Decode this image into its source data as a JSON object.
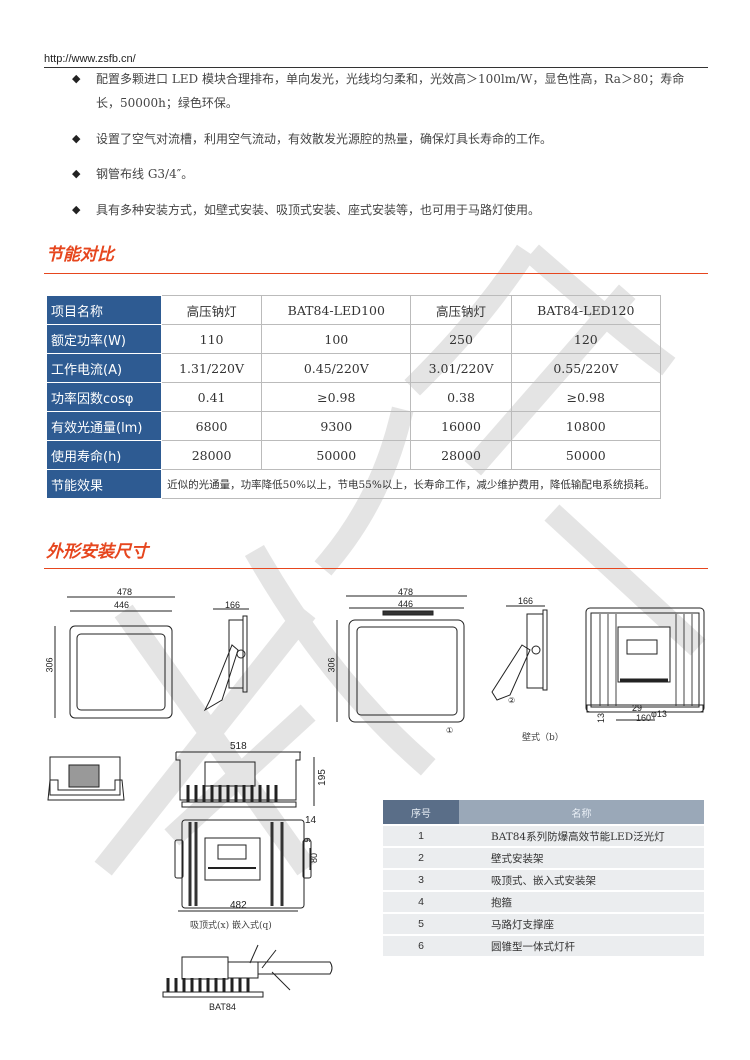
{
  "header": {
    "url": "http://www.zsfb.cn/"
  },
  "features": [
    "配置多颗进口 LED 模块合理排布，单向发光，光线均匀柔和，光效高＞100lm/W，显色性高，Ra＞80；寿命长，50000h；绿色环保。",
    "设置了空气对流槽，利用空气流动，有效散发光源腔的热量，确保灯具长寿命的工作。",
    "钢管布线 G3/4″。",
    "具有多种安装方式，如壁式安装、吸顶式安装、座式安装等，也可用于马路灯使用。"
  ],
  "bullet_glyph": "◆",
  "section1": {
    "title": "节能对比"
  },
  "comparison": {
    "rows": [
      {
        "label": "项目名称",
        "values": [
          "高压钠灯",
          "BAT84-LED100",
          "高压钠灯",
          "BAT84-LED120"
        ]
      },
      {
        "label": "额定功率(W)",
        "values": [
          "110",
          "100",
          "250",
          "120"
        ]
      },
      {
        "label": "工作电流(A)",
        "values": [
          "1.31/220V",
          "0.45/220V",
          "3.01/220V",
          "0.55/220V"
        ]
      },
      {
        "label": "功率因数cosφ",
        "values": [
          "0.41",
          "≥0.98",
          "0.38",
          "≥0.98"
        ]
      },
      {
        "label": "有效光通量(lm)",
        "values": [
          "6800",
          "9300",
          "16000",
          "10800"
        ]
      },
      {
        "label": "使用寿命(h)",
        "values": [
          "28000",
          "50000",
          "28000",
          "50000"
        ]
      }
    ],
    "effect_label": "节能效果",
    "effect_text": "近似的光通量，功率降低50%以上，节电55%以上，长寿命工作，减少维护费用，降低输配电系统损耗。"
  },
  "section2": {
    "title": "外形安装尺寸"
  },
  "drawings": {
    "d1": {
      "w1": "478",
      "w2": "446",
      "h": "306"
    },
    "d2": {
      "w": "166"
    },
    "d3": {
      "w1": "478",
      "w2": "446",
      "h": "306",
      "mark": "①"
    },
    "d4": {
      "w": "166",
      "mark": "②"
    },
    "d5": {
      "a": "29",
      "b": "φ13",
      "c": "13",
      "d": "160"
    },
    "wall_caption": "壁式（b）",
    "d6": {
      "w": "518",
      "h": "195"
    },
    "d7": {
      "a": "14",
      "b": "9",
      "c": "80",
      "w": "482"
    },
    "ceiling_caption": "吸顶式(x)  嵌入式(q)",
    "model_caption": "BAT84"
  },
  "parts": {
    "headers": [
      "序号",
      "名称"
    ],
    "rows": [
      {
        "no": "1",
        "name": "BAT84系列防爆高效节能LED泛光灯"
      },
      {
        "no": "2",
        "name": "壁式安装架"
      },
      {
        "no": "3",
        "name": "吸顶式、嵌入式安装架"
      },
      {
        "no": "4",
        "name": "抱箍"
      },
      {
        "no": "5",
        "name": "马路灯支撑座"
      },
      {
        "no": "6",
        "name": "圆锥型一体式灯杆"
      }
    ]
  }
}
